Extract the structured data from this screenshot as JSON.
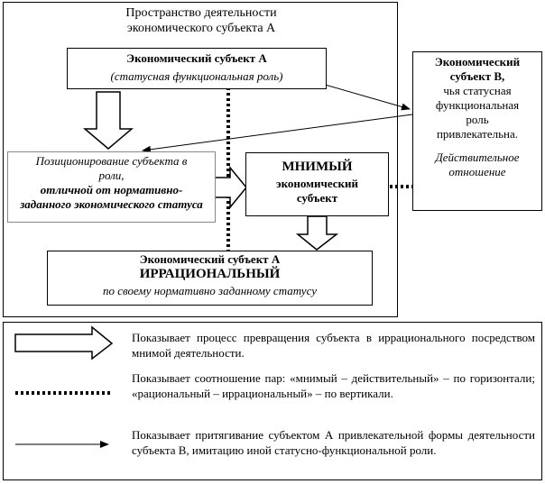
{
  "space": {
    "title": "Пространство деятельности экономического субъекта А"
  },
  "subject_a": {
    "title": "Экономический субъект А",
    "subtitle": "(статусная функциональная роль)"
  },
  "subject_b": {
    "title": "Экономический субъект В,",
    "line2": "чья статусная функциональная роль привлекательна.",
    "relation": "Действительное отношение"
  },
  "positioning": {
    "line1": "Позиционирование субъекта в роли,",
    "emph": "отличной от нормативно-заданного экономического статуса"
  },
  "imaginary": {
    "line1": "МНИМЫЙ",
    "line2": "экономический субъект"
  },
  "irrational": {
    "line1": "Экономический субъект А",
    "line2": "ИРРАЦИОНАЛЬНЫЙ",
    "line3": "по своему нормативно заданному статусу"
  },
  "legend": {
    "items": [
      {
        "symbol": "hollow-arrow",
        "text": "Показывает процесс превращения субъекта в иррационального посредством мнимой деятельности."
      },
      {
        "symbol": "dotted-line",
        "text": "Показывает соотношение пар: «мнимый – действительный» – по горизонтали; «рациональный – иррациональный» – по вертикали."
      },
      {
        "symbol": "thin-arrow",
        "text": "Показывает притягивание субъектом А привлекательной формы деятельности субъекта В, имитацию иной статусно-функциональной роли."
      }
    ]
  }
}
